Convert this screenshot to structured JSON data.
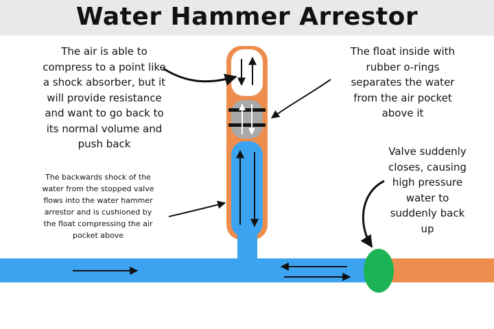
{
  "title": "Water Hammer Arrestor",
  "annotations": {
    "air": "The air is able to\ncompress to a point like\na shock absorber, but it\nwill provide resistance\nand want to go back to\nits normal volume and\npush back",
    "float": "The float inside with\nrubber o-rings\nseparates the water\nfrom the air pocket\nabove it",
    "shock": "The backwards shock of the\nwater from the stopped valve\nflows into the water hammer\narrestor and is cushioned by\nthe float compressing the air\npocket above",
    "valve": "Valve suddenly\ncloses, causing\nhigh pressure\nwater to\nsuddenly back\nup"
  },
  "colors": {
    "water": "#3ba3f0",
    "pipe_shell": "#ee8e4e",
    "float": "#a9a9a9",
    "valve": "#1cb356",
    "air": "#ffffff",
    "title_band": "#e9e9e9"
  }
}
